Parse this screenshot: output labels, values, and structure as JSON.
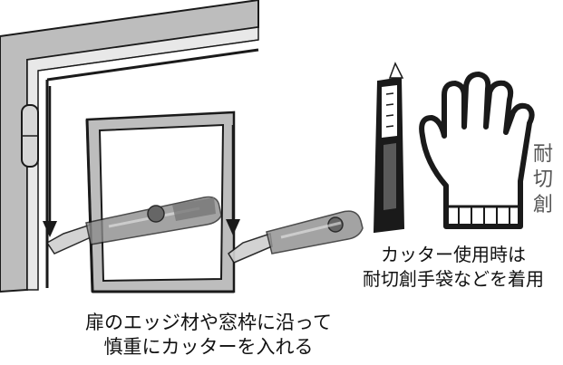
{
  "captions": {
    "bottom_line1": "扉のエッジ材や窓枠に沿って",
    "bottom_line2": "慎重にカッターを入れる",
    "right_line1": "カッター使用時は",
    "right_line2": "耐切創手袋などを着用"
  },
  "glove_label": [
    "耐",
    "切",
    "創"
  ],
  "icons": [
    "door-frame",
    "hinge",
    "window-frame",
    "cutter-knife",
    "glove",
    "arrow-down"
  ],
  "colors": {
    "frame_gray": "#bdbdbd",
    "line_dark": "#1a1a1a",
    "cutter_gray": "#8a8a8a"
  }
}
